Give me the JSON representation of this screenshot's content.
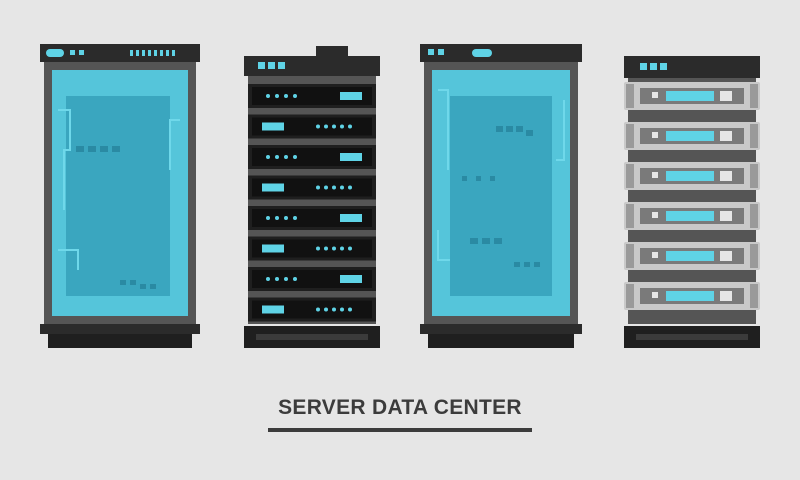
{
  "caption": "SERVER DATA CENTER",
  "colors": {
    "background": "#e6e6e6",
    "frame": "#2b2b2b",
    "cabinet_body": "#555555",
    "glass": "#55c5da",
    "glass_dark": "#3aa6bf",
    "unit_dark": "#1f1f1f",
    "unit_light": "#c9c9c9",
    "accent": "#5fd3e6"
  },
  "racks": [
    {
      "name": "glass-door-cabinet-left",
      "style": "glass"
    },
    {
      "name": "dark-server-rack",
      "style": "dark-units",
      "unit_count": 8
    },
    {
      "name": "glass-door-cabinet-right",
      "style": "glass"
    },
    {
      "name": "gray-server-rack",
      "style": "light-units",
      "unit_count": 6
    }
  ]
}
